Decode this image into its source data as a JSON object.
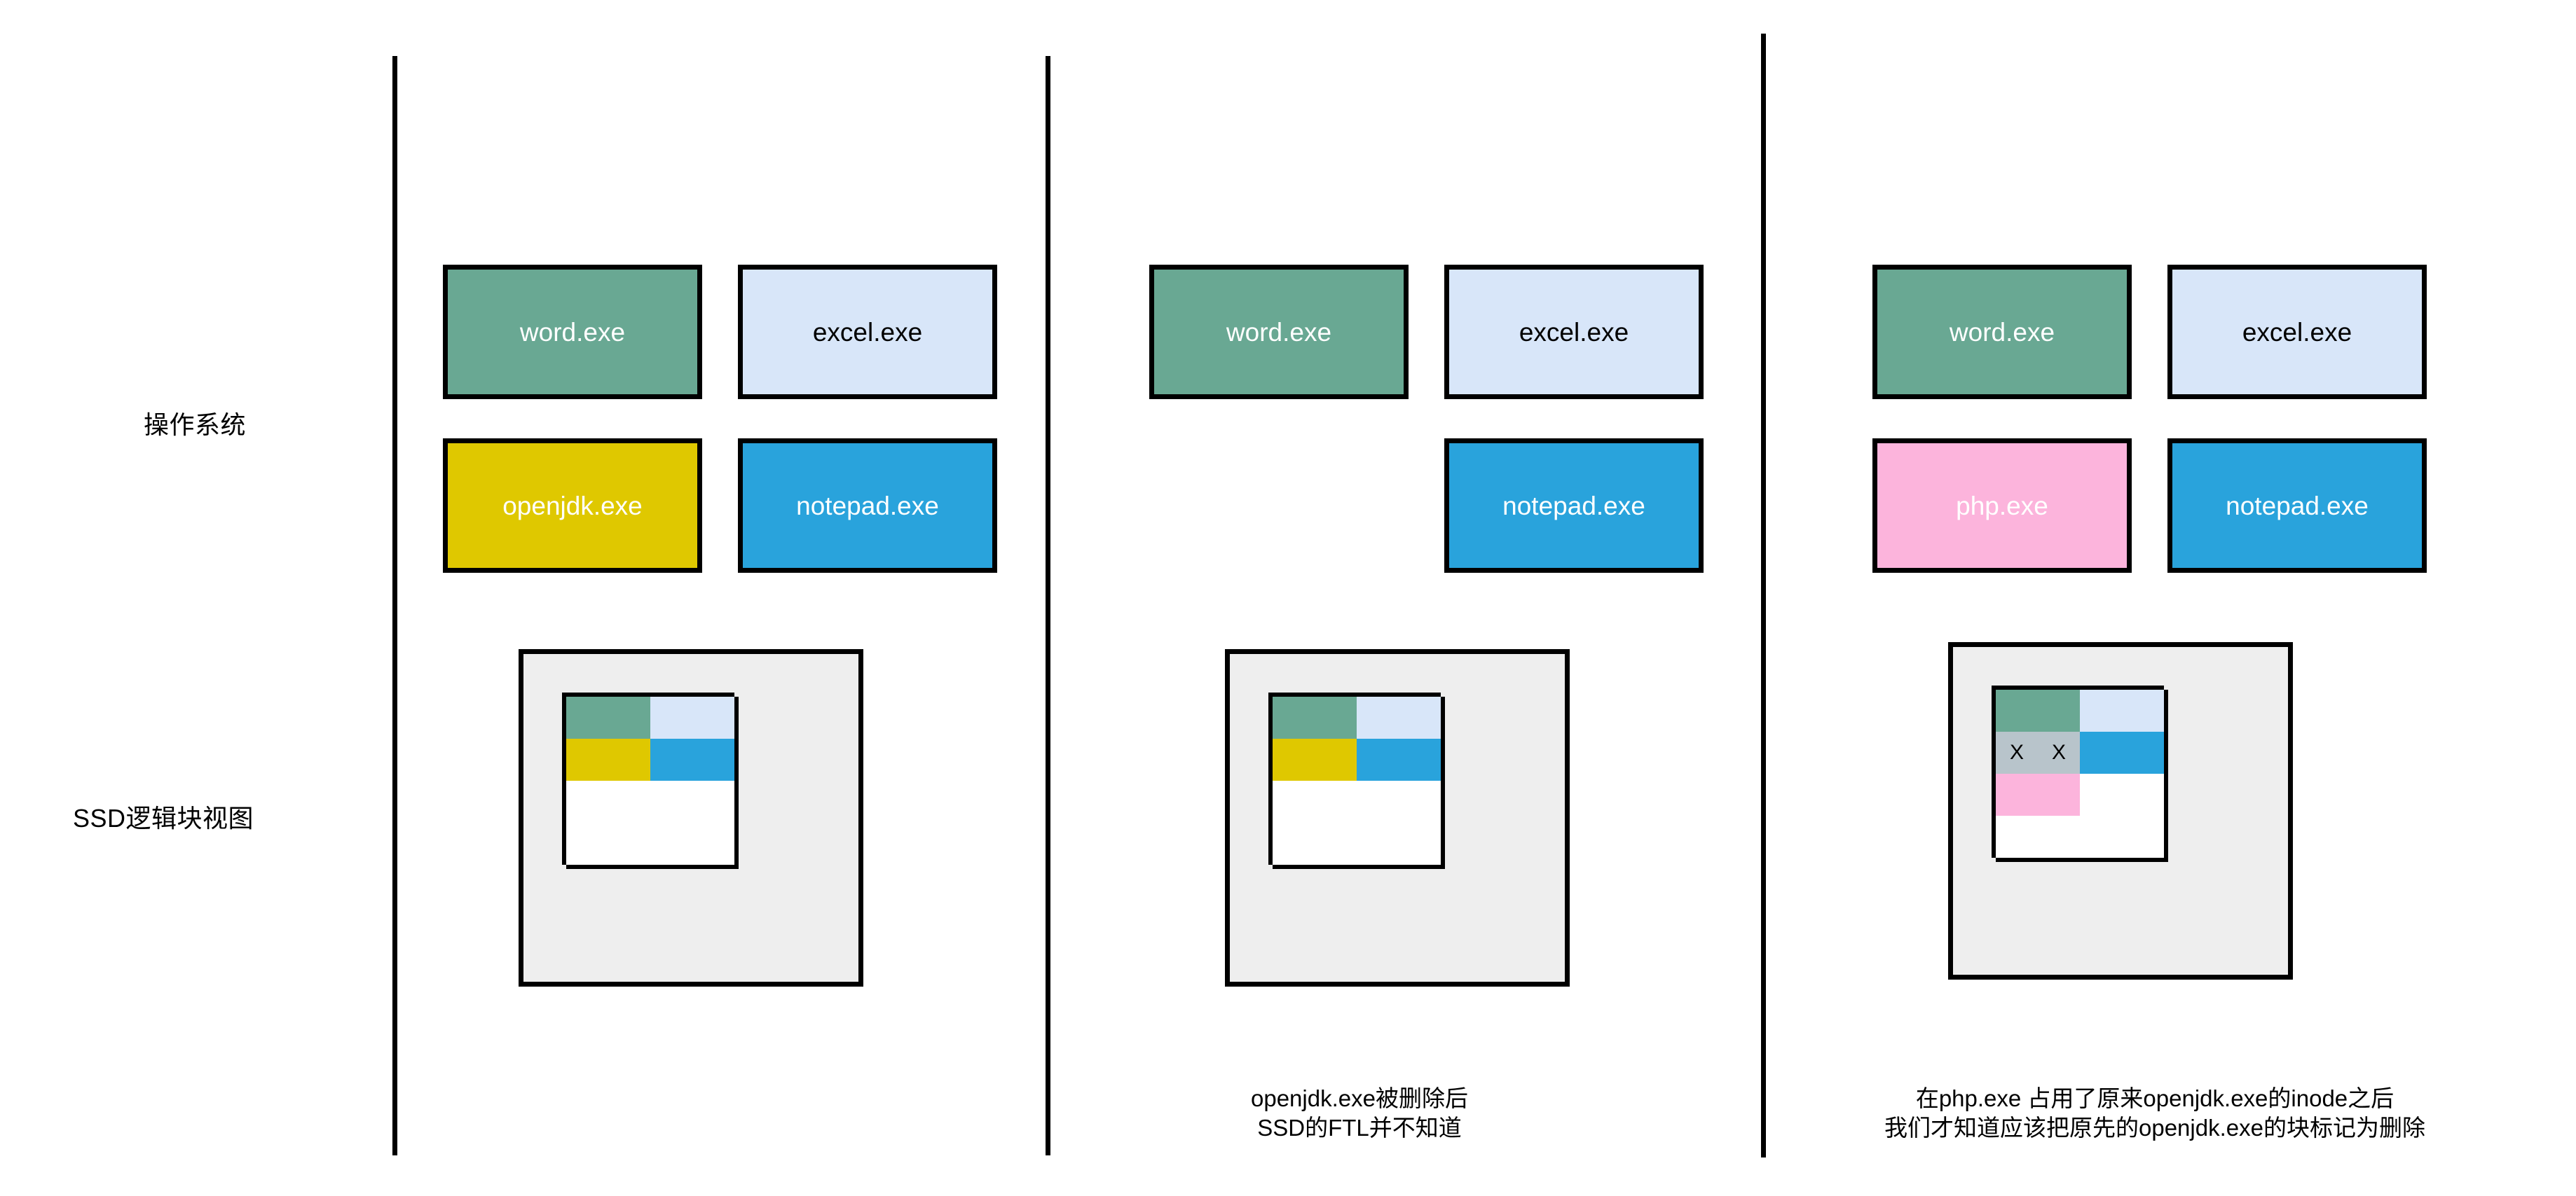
{
  "palette": {
    "green": "#69A893",
    "light_blue": "#D8E6F9",
    "yellow": "#DFC800",
    "blue": "#29A3DC",
    "pink": "#FCB4DC",
    "gray": "#B8C4CB",
    "white": "#FFFFFF",
    "black": "#000000",
    "chassis": "#EEEEEE"
  },
  "row_labels": {
    "os": "操作系统",
    "ssd": "SSD逻辑块视图"
  },
  "panels": [
    {
      "id": "panel-initial",
      "files": [
        {
          "label": "word.exe",
          "fill": "#69A893",
          "text_color": "#FFFFFF",
          "empty": false
        },
        {
          "label": "excel.exe",
          "fill": "#D8E6F9",
          "text_color": "#000000",
          "empty": false
        },
        {
          "label": "openjdk.exe",
          "fill": "#DFC800",
          "text_color": "#FFFFFF",
          "empty": false
        },
        {
          "label": "notepad.exe",
          "fill": "#29A3DC",
          "text_color": "#FFFFFF",
          "empty": false
        }
      ],
      "grid": [
        [
          {
            "fill": "#69A893",
            "mark": ""
          },
          {
            "fill": "#69A893",
            "mark": ""
          },
          {
            "fill": "#D8E6F9",
            "mark": ""
          },
          {
            "fill": "#D8E6F9",
            "mark": ""
          }
        ],
        [
          {
            "fill": "#DFC800",
            "mark": ""
          },
          {
            "fill": "#DFC800",
            "mark": ""
          },
          {
            "fill": "#29A3DC",
            "mark": ""
          },
          {
            "fill": "#29A3DC",
            "mark": ""
          }
        ],
        [
          {
            "fill": "#FFFFFF",
            "mark": ""
          },
          {
            "fill": "#FFFFFF",
            "mark": ""
          },
          {
            "fill": "#FFFFFF",
            "mark": ""
          },
          {
            "fill": "#FFFFFF",
            "mark": ""
          }
        ],
        [
          {
            "fill": "#FFFFFF",
            "mark": ""
          },
          {
            "fill": "#FFFFFF",
            "mark": ""
          },
          {
            "fill": "#FFFFFF",
            "mark": ""
          },
          {
            "fill": "#FFFFFF",
            "mark": ""
          }
        ]
      ],
      "caption": ""
    },
    {
      "id": "panel-deleted",
      "files": [
        {
          "label": "word.exe",
          "fill": "#69A893",
          "text_color": "#FFFFFF",
          "empty": false
        },
        {
          "label": "excel.exe",
          "fill": "#D8E6F9",
          "text_color": "#000000",
          "empty": false
        },
        {
          "label": "",
          "fill": "transparent",
          "text_color": "#000000",
          "empty": true
        },
        {
          "label": "notepad.exe",
          "fill": "#29A3DC",
          "text_color": "#FFFFFF",
          "empty": false
        }
      ],
      "grid": [
        [
          {
            "fill": "#69A893",
            "mark": ""
          },
          {
            "fill": "#69A893",
            "mark": ""
          },
          {
            "fill": "#D8E6F9",
            "mark": ""
          },
          {
            "fill": "#D8E6F9",
            "mark": ""
          }
        ],
        [
          {
            "fill": "#DFC800",
            "mark": ""
          },
          {
            "fill": "#DFC800",
            "mark": ""
          },
          {
            "fill": "#29A3DC",
            "mark": ""
          },
          {
            "fill": "#29A3DC",
            "mark": ""
          }
        ],
        [
          {
            "fill": "#FFFFFF",
            "mark": ""
          },
          {
            "fill": "#FFFFFF",
            "mark": ""
          },
          {
            "fill": "#FFFFFF",
            "mark": ""
          },
          {
            "fill": "#FFFFFF",
            "mark": ""
          }
        ],
        [
          {
            "fill": "#FFFFFF",
            "mark": ""
          },
          {
            "fill": "#FFFFFF",
            "mark": ""
          },
          {
            "fill": "#FFFFFF",
            "mark": ""
          },
          {
            "fill": "#FFFFFF",
            "mark": ""
          }
        ]
      ],
      "caption": "openjdk.exe被删除后\nSSD的FTL并不知道"
    },
    {
      "id": "panel-reused",
      "files": [
        {
          "label": "word.exe",
          "fill": "#69A893",
          "text_color": "#FFFFFF",
          "empty": false
        },
        {
          "label": "excel.exe",
          "fill": "#D8E6F9",
          "text_color": "#000000",
          "empty": false
        },
        {
          "label": "php.exe",
          "fill": "#FCB4DC",
          "text_color": "#FFFFFF",
          "empty": false
        },
        {
          "label": "notepad.exe",
          "fill": "#29A3DC",
          "text_color": "#FFFFFF",
          "empty": false
        }
      ],
      "grid": [
        [
          {
            "fill": "#69A893",
            "mark": ""
          },
          {
            "fill": "#69A893",
            "mark": ""
          },
          {
            "fill": "#D8E6F9",
            "mark": ""
          },
          {
            "fill": "#D8E6F9",
            "mark": ""
          }
        ],
        [
          {
            "fill": "#B8C4CB",
            "mark": "X"
          },
          {
            "fill": "#B8C4CB",
            "mark": "X"
          },
          {
            "fill": "#29A3DC",
            "mark": ""
          },
          {
            "fill": "#29A3DC",
            "mark": ""
          }
        ],
        [
          {
            "fill": "#FCB4DC",
            "mark": ""
          },
          {
            "fill": "#FCB4DC",
            "mark": ""
          },
          {
            "fill": "#FFFFFF",
            "mark": ""
          },
          {
            "fill": "#FFFFFF",
            "mark": ""
          }
        ],
        [
          {
            "fill": "#FFFFFF",
            "mark": ""
          },
          {
            "fill": "#FFFFFF",
            "mark": ""
          },
          {
            "fill": "#FFFFFF",
            "mark": ""
          },
          {
            "fill": "#FFFFFF",
            "mark": ""
          }
        ]
      ],
      "caption": "在php.exe 占用了原来openjdk.exe的inode之后\n我们才知道应该把原先的openjdk.exe的块标记为删除"
    }
  ]
}
